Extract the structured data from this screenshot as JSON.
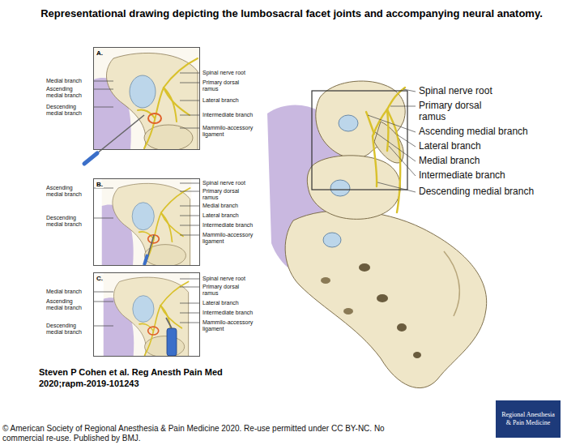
{
  "diagram": {
    "title": "Representational drawing depicting the lumbosacral facet joints and accompanying neural anatomy.",
    "caption": "© American Society of Regional Anesthesia & Pain Medicine 2020. Re-use permitted under CC BY-NC. No commercial re-use. Published by BMJ.",
    "nodes": [
      {
        "text": [
          "A."
        ]
      },
      {
        "text": [
          "B."
        ]
      },
      {
        "text": [
          "C."
        ]
      },
      {
        "text": [
          "Regional Anesthesia & Pain Medicine"
        ]
      }
    ],
    "labels": [
      "Medial branch",
      "Ascending medial branch",
      "Descending medial branch",
      "Spinal nerve root",
      "Primary dorsal ramus",
      "Lateral branch",
      "Intermediate branch",
      "Mammilo-accessory ligament",
      "Ascending medial branch",
      "Descending medial branch",
      "Spinal nerve root",
      "Primary dorsal ramus",
      "Medial branch",
      "Lateral branch",
      "Intermediate branch",
      "Mammilo-accessory ligament",
      "Medial branch",
      "Ascending medial branch",
      "Descending medial branch",
      "Spinal nerve root",
      "Primary dorsal ramus",
      "Lateral branch",
      "Intermediate branch",
      "Mammilo-accessory ligament",
      "Spinal nerve root",
      "Primary dorsal ramus",
      "Ascending medial branch",
      "Lateral branch",
      "Medial branch",
      "Intermediate branch",
      "Descending medial branch",
      "Steven P Cohen et al. Reg Anesth Pain Med 2020;rapm-2019-101243"
    ]
  }
}
